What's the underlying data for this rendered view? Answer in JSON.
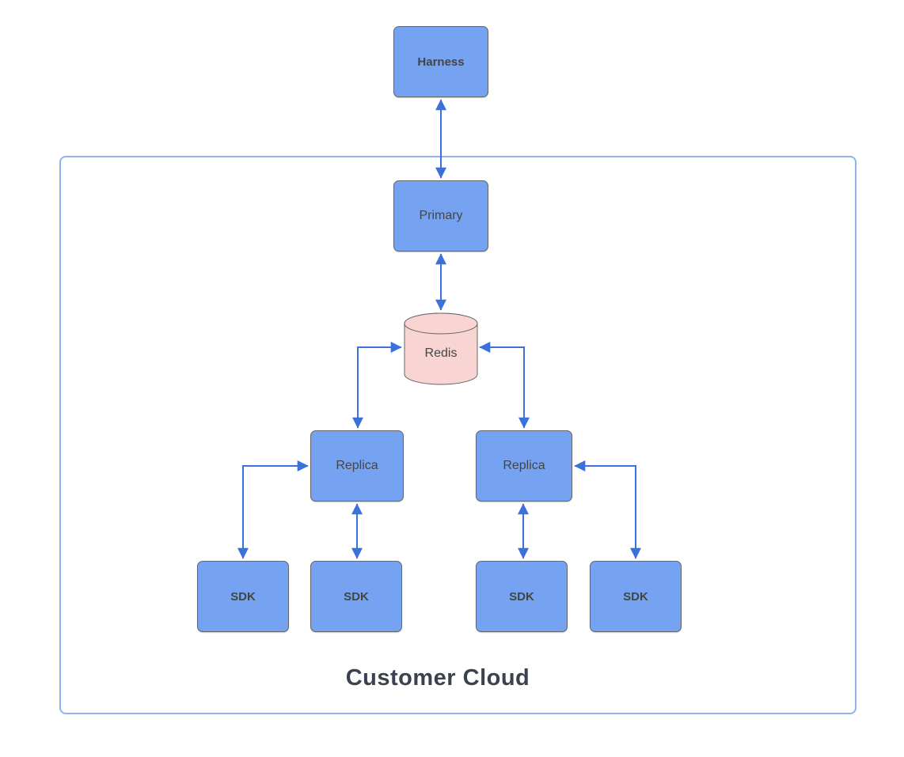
{
  "diagram": {
    "type": "architecture-diagram",
    "container": {
      "label": "Customer Cloud"
    },
    "nodes": [
      {
        "id": "harness",
        "label": "Harness",
        "shape": "rect",
        "emphasis": "bold"
      },
      {
        "id": "primary",
        "label": "Primary",
        "shape": "rect",
        "emphasis": "normal"
      },
      {
        "id": "redis",
        "label": "Redis",
        "shape": "cylinder",
        "emphasis": "normal"
      },
      {
        "id": "replica-left",
        "label": "Replica",
        "shape": "rect",
        "emphasis": "normal"
      },
      {
        "id": "replica-right",
        "label": "Replica",
        "shape": "rect",
        "emphasis": "normal"
      },
      {
        "id": "sdk-1",
        "label": "SDK",
        "shape": "rect",
        "emphasis": "bold"
      },
      {
        "id": "sdk-2",
        "label": "SDK",
        "shape": "rect",
        "emphasis": "bold"
      },
      {
        "id": "sdk-3",
        "label": "SDK",
        "shape": "rect",
        "emphasis": "bold"
      },
      {
        "id": "sdk-4",
        "label": "SDK",
        "shape": "rect",
        "emphasis": "bold"
      }
    ],
    "connections": [
      {
        "from": "harness",
        "to": "primary",
        "bidirectional": true
      },
      {
        "from": "primary",
        "to": "redis",
        "bidirectional": true
      },
      {
        "from": "replica-left",
        "to": "redis",
        "bidirectional": true
      },
      {
        "from": "replica-right",
        "to": "redis",
        "bidirectional": true
      },
      {
        "from": "sdk-1",
        "to": "replica-left",
        "bidirectional": true
      },
      {
        "from": "sdk-2",
        "to": "replica-left",
        "bidirectional": true
      },
      {
        "from": "sdk-3",
        "to": "replica-right",
        "bidirectional": true
      },
      {
        "from": "sdk-4",
        "to": "replica-right",
        "bidirectional": true
      }
    ],
    "colors": {
      "node_fill": "#75a3f2",
      "node_border": "#666666",
      "redis_fill": "#f8d5d2",
      "connector": "#3b71db",
      "boundary": "#8fb3ef",
      "label": "#454545",
      "container_label": "#39424e"
    }
  }
}
